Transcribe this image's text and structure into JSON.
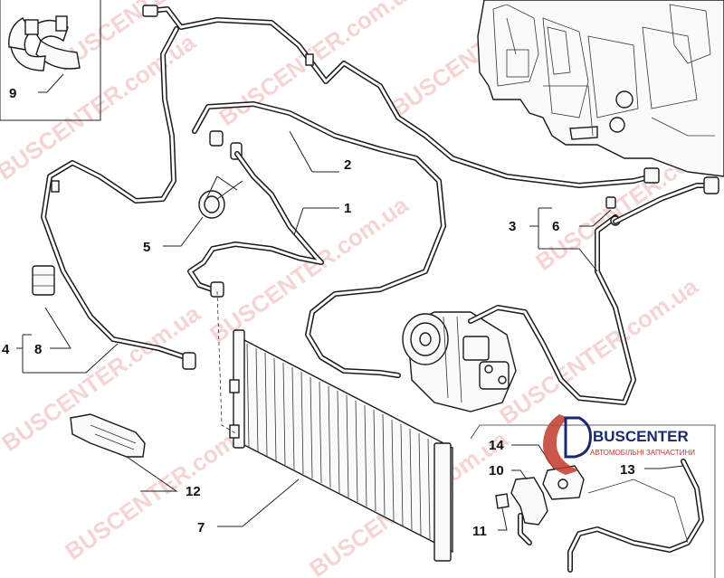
{
  "watermark": {
    "text": "BUSCENTER.com.ua",
    "brand": "BUSCENTER",
    "tagline": "АВТОМОБІЛЬНІ ЗАПЧАСТИНИ"
  },
  "callouts": {
    "c1": "1",
    "c2": "2",
    "c3": "3",
    "c4": "4",
    "c5": "5",
    "c6": "6",
    "c7": "7",
    "c8": "8",
    "c9": "9",
    "c10": "10",
    "c11": "11",
    "c12": "12",
    "c13": "13",
    "c14": "14"
  },
  "colors": {
    "line": "#1a1a1a",
    "watermark": "#e8a0a0",
    "logo_blue": "#1b2a6b",
    "logo_red": "#c0392b"
  }
}
